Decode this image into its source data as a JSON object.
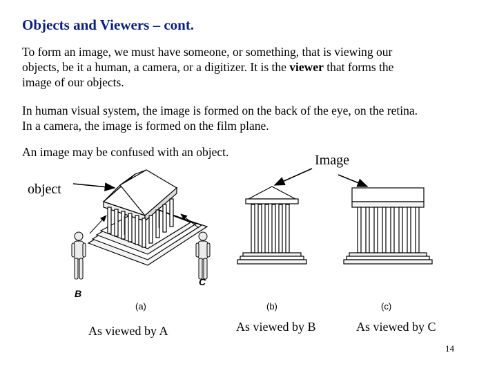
{
  "slide": {
    "title": "Objects and Viewers – cont.",
    "para1_before": "To form an image, we must have someone, or something, that is viewing our",
    "para1_line2_before": "objects, be it a human, a camera, or a digitizer.  It is the ",
    "para1_bold": "viewer",
    "para1_line2_after": " that forms the",
    "para1_line3": "image of our objects.",
    "para2_line1": "In human visual system, the image is formed on the back of the eye, on the retina.",
    "para2_line2": "In a camera, the image is formed on the film plane.",
    "para3": "An image may be confused with an object.",
    "page_number": "14"
  },
  "figure": {
    "object_label": "object",
    "image_label": "Image",
    "viewer_b": "B",
    "viewer_c": "C",
    "panel_a": "(a)",
    "panel_b": "(b)",
    "panel_c": "(c)",
    "caption_a": "As viewed by A",
    "caption_b": "As viewed by B",
    "caption_c": "As viewed by C"
  },
  "colors": {
    "title": "#0b1f7a",
    "text": "#000000",
    "background": "#ffffff"
  }
}
